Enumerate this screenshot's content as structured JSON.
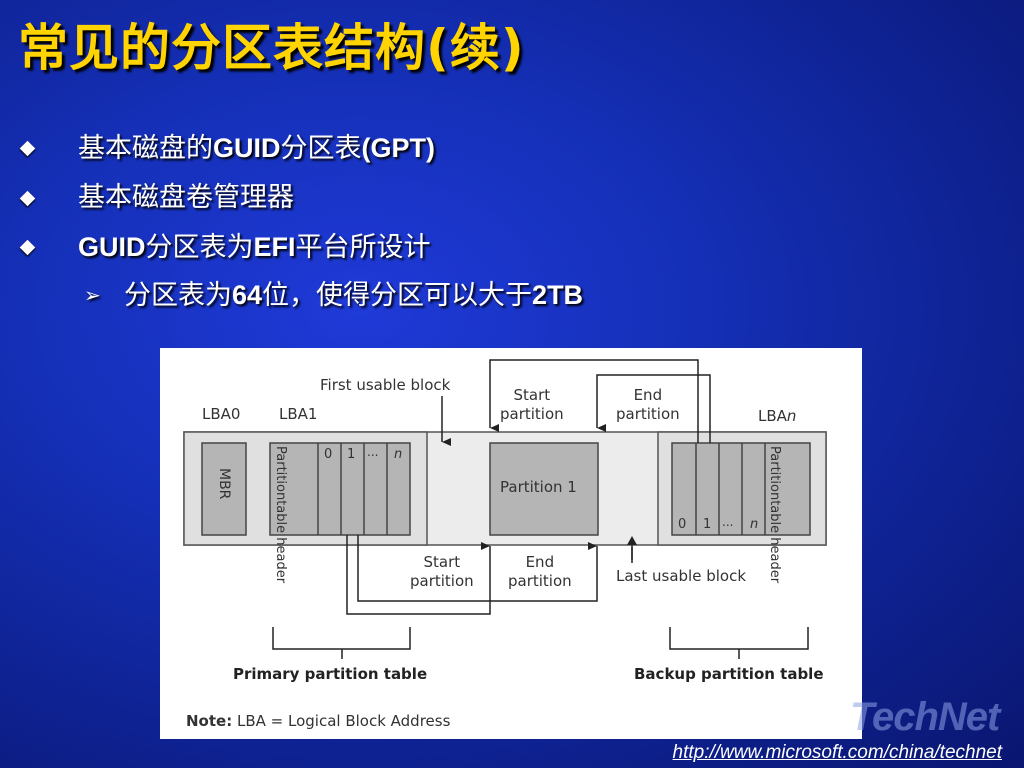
{
  "slide": {
    "title": "常见的分区表结构(续)",
    "bullets": [
      {
        "pre": "基本磁盘的",
        "bold": "GUID",
        "post": "分区表",
        "bold2": "(GPT)"
      },
      {
        "pre": "基本磁盘卷管理器"
      },
      {
        "bold": "GUID",
        "mid": "分区表为",
        "bold2": "EFI",
        "post": "平台所设计"
      },
      {
        "pre": "分区表为",
        "bold": "64",
        "mid": "位，使得分区可以大于",
        "bold2": "2TB"
      }
    ]
  },
  "diagram": {
    "lba0": "LBA0",
    "lba1": "LBA1",
    "lban": "LBA",
    "lban_suffix": "n",
    "first_usable": "First usable block",
    "last_usable": "Last usable block",
    "start_partition_top": [
      "Start",
      "partition"
    ],
    "end_partition_top": [
      "End",
      "partition"
    ],
    "start_partition_bottom": [
      "Start",
      "partition"
    ],
    "end_partition_bottom": [
      "End",
      "partition"
    ],
    "mbr": "MBR",
    "pth_left": [
      "Partition",
      "table header"
    ],
    "pth_right": [
      "Partition",
      "table header"
    ],
    "entry_labels": [
      "0",
      "1",
      "...",
      "n"
    ],
    "partition1": "Partition 1",
    "primary_table": "Primary partition table",
    "backup_table": "Backup partition table",
    "note_label": "Note:",
    "note_text": " LBA = Logical Block Address"
  },
  "footer": {
    "watermark": "TechNet",
    "url": "http://www.microsoft.com/china/technet"
  }
}
